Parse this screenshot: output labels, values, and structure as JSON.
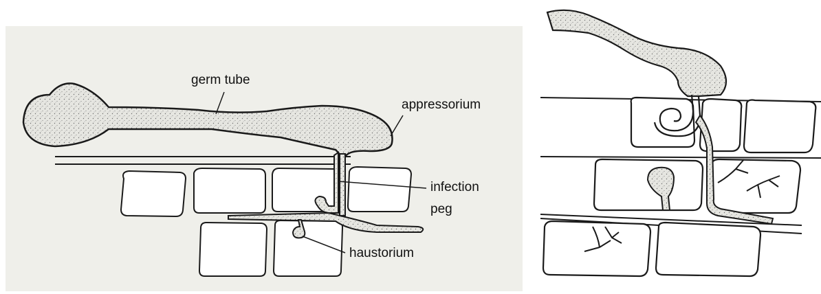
{
  "labels": {
    "germ_tube": "germ tube",
    "appressorium": "appressorium",
    "infection_line1": "infection",
    "infection_line2": "peg",
    "haustorium": "haustorium"
  },
  "colors": {
    "left_background": "#efefea",
    "fungus_fill": "#dcdcd6",
    "outline": "#1a1a1a"
  }
}
